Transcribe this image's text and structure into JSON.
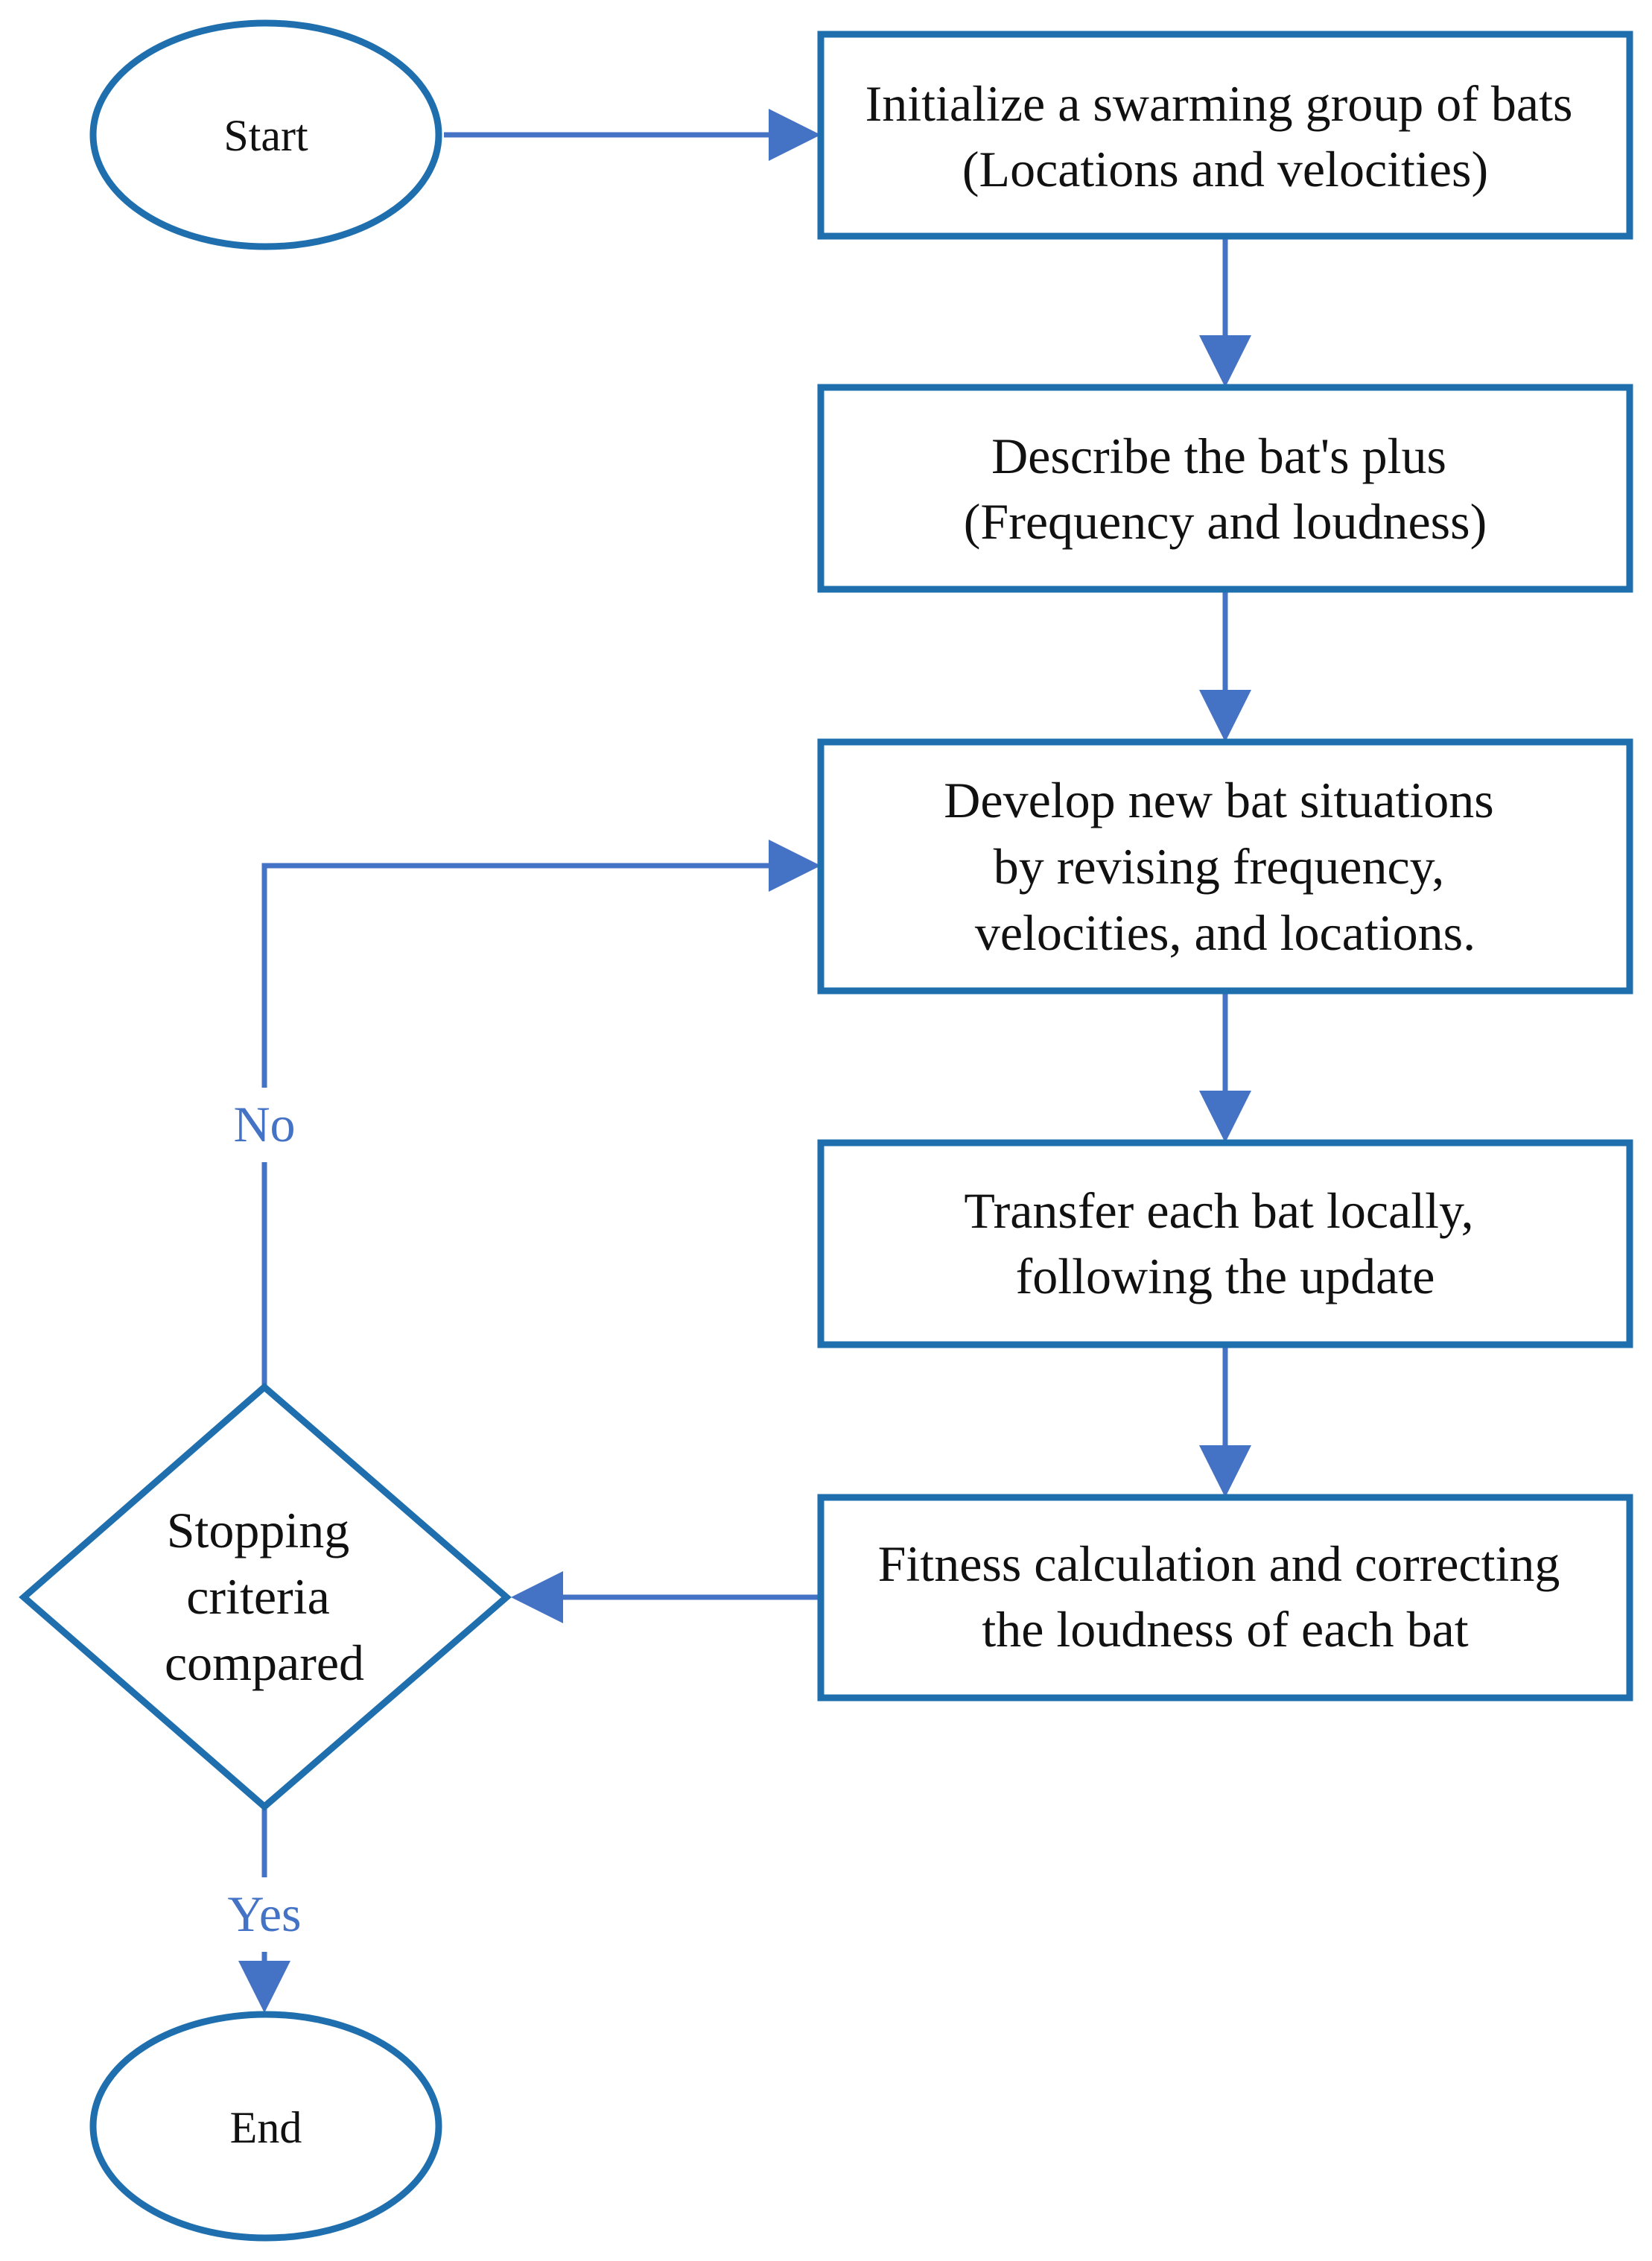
{
  "colors": {
    "shape_stroke": "#1f6fae",
    "connector": "#4472c4",
    "text": "#111111",
    "branch_label": "#4472c4"
  },
  "nodes": {
    "start": {
      "label": "Start"
    },
    "init": {
      "lines": [
        "Initialize a swarming group of bats",
        "(Locations and velocities)"
      ]
    },
    "describe": {
      "lines": [
        "Describe the bat's plus",
        "(Frequency and loudness)"
      ]
    },
    "develop": {
      "lines": [
        "Develop new bat situations",
        "by revising frequency,",
        "velocities, and locations."
      ]
    },
    "transfer": {
      "lines": [
        "Transfer each bat locally,",
        "following the update"
      ]
    },
    "fitness": {
      "lines": [
        "Fitness calculation and correcting",
        "the loudness of each bat"
      ]
    },
    "decision": {
      "lines": [
        "Stopping",
        "criteria",
        "compared"
      ]
    },
    "end": {
      "label": "End"
    }
  },
  "branches": {
    "no": "No",
    "yes": "Yes"
  }
}
